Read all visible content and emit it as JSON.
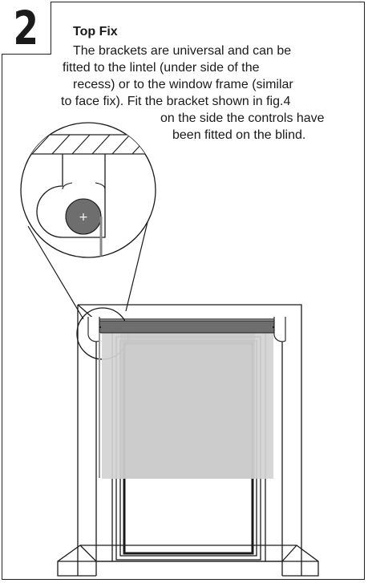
{
  "step": {
    "number": "2"
  },
  "content": {
    "title": "Top Fix",
    "lines": [
      "The brackets are universal and can be",
      "fitted to the lintel (under side of the",
      "recess) or to the window frame (similar",
      "to face fix). Fit the bracket shown in fig.4",
      "on the side the controls have",
      "been fitted on the blind."
    ]
  },
  "illustration": {
    "bracket_symbol": "+"
  },
  "colors": {
    "line": "#1a1a1a",
    "blind_fabric": "#d3d3d3",
    "blind_roller": "#6e6e6e",
    "bracket_disc": "#6e6e6e"
  }
}
